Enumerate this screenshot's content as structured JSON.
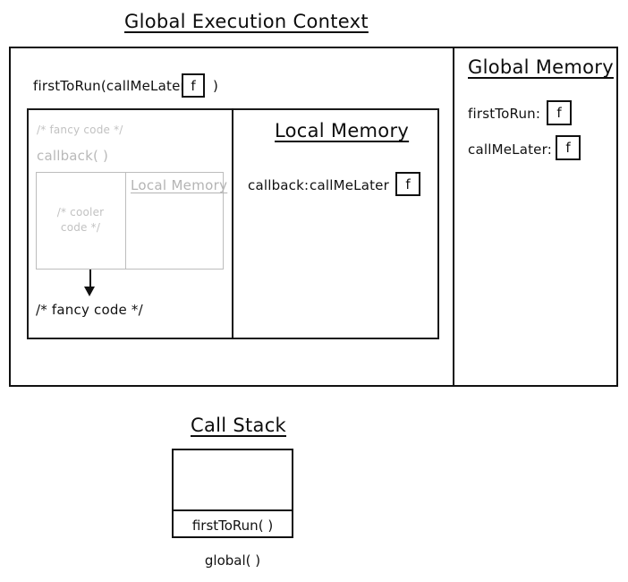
{
  "diagram": {
    "title": "Global Execution Context",
    "execution_context": {
      "call_expression": "firstToRun(callMeLater",
      "call_expression_arg_value": "f",
      "call_expression_close": ")",
      "function_body_box": {
        "faded_lines": [
          "/* fancy code */",
          "callback( )"
        ],
        "nested_context": {
          "faded_code_line_1": "/* cooler",
          "faded_code_line_2": "code */",
          "local_memory_title": "Local Memory"
        },
        "active_line": "/* fancy code */"
      },
      "local_memory": {
        "title": "Local Memory",
        "entries": [
          {
            "key": "callback:",
            "value": "callMeLater",
            "value_box": "f"
          }
        ]
      }
    },
    "global_memory": {
      "title": "Global Memory",
      "entries": [
        {
          "key": "firstToRun:",
          "value_box": "f"
        },
        {
          "key": "callMeLater:",
          "value_box": "f"
        }
      ]
    },
    "call_stack": {
      "title": "Call Stack",
      "frames": [
        {
          "label": ""
        },
        {
          "label": "firstToRun( )"
        }
      ],
      "base_label": "global( )"
    },
    "colors": {
      "ink": "#111111",
      "faded": "#bdbdbd",
      "background": "#ffffff"
    }
  }
}
